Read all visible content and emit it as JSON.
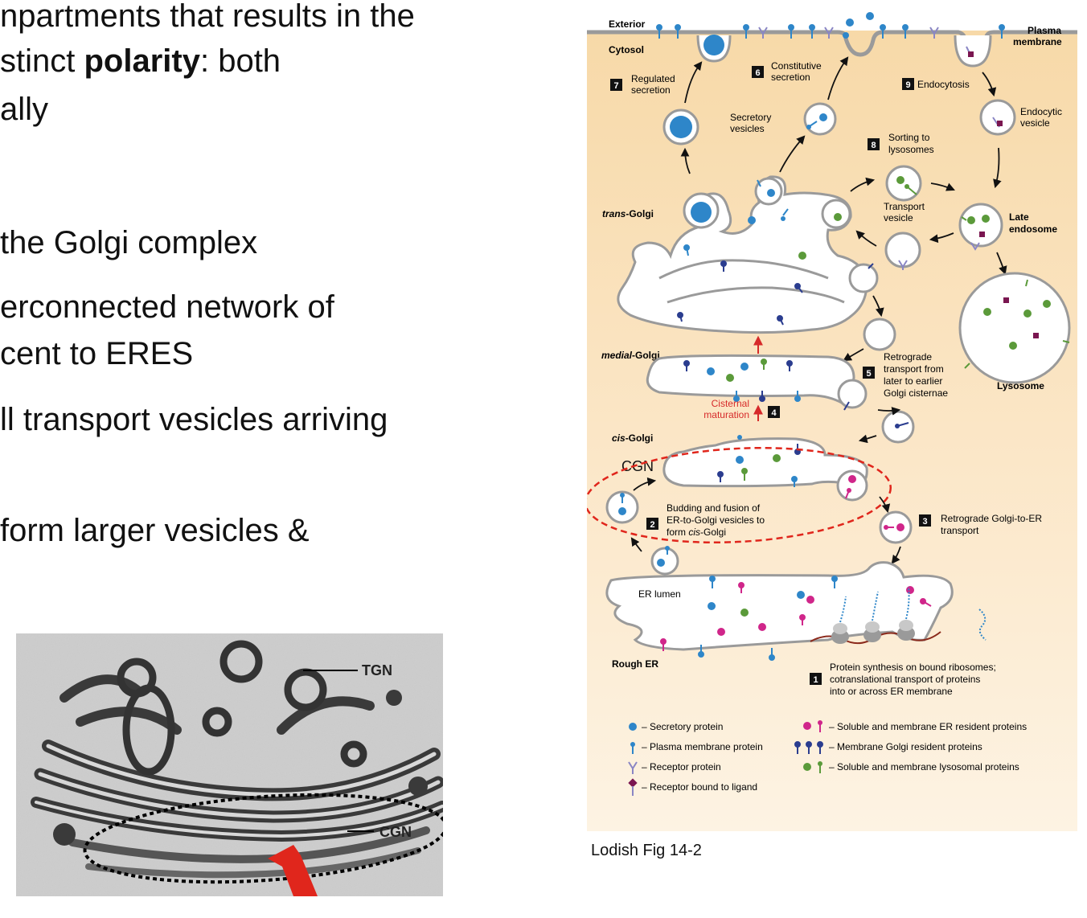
{
  "slide_text": {
    "line1": "npartments that results in the",
    "line2_pre": "stinct ",
    "line2_bold": "polarity",
    "line2_post": ": both",
    "line3": "ally",
    "line4": "the Golgi complex",
    "line5": "erconnected network of",
    "line6": "cent to ERES",
    "line7": "ll transport vesicles arriving",
    "line8": "form larger vesicles &"
  },
  "micrograph": {
    "label_tgn": "TGN",
    "label_cgn": "CGN"
  },
  "figure": {
    "region_exterior": "Exterior",
    "region_cytosol": "Cytosol",
    "plasma_membrane_1": "Plasma",
    "plasma_membrane_2": "membrane",
    "trans_golgi_1": "trans",
    "trans_golgi_2": "-Golgi",
    "medial_golgi_1": "medial",
    "medial_golgi_2": "-Golgi",
    "cis_golgi_1": "cis",
    "cis_golgi_2": "-Golgi",
    "cgn": "CGN",
    "er_lumen": "ER lumen",
    "rough_er": "Rough ER",
    "late_endosome_1": "Late",
    "late_endosome_2": "endosome",
    "lysosome": "Lysosome",
    "endocytic_vesicle_1": "Endocytic",
    "endocytic_vesicle_2": "vesicle",
    "secretory_vesicles_1": "Secretory",
    "secretory_vesicles_2": "vesicles",
    "transport_vesicle_1": "Transport",
    "transport_vesicle_2": "vesicle",
    "cisternal_maturation_1": "Cisternal",
    "cisternal_maturation_2": "maturation",
    "steps": [
      {
        "num": "1",
        "lines": [
          "Protein synthesis on bound ribosomes;",
          "cotranslational transport of proteins",
          "into or across ER membrane"
        ]
      },
      {
        "num": "2",
        "lines": [
          "Budding and fusion of",
          "ER-to-Golgi vesicles to",
          "form "
        ],
        "italic_tail": "cis",
        "tail_rest": "-Golgi"
      },
      {
        "num": "3",
        "lines": [
          "Retrograde Golgi-to-ER",
          "transport"
        ]
      },
      {
        "num": "4",
        "lines": []
      },
      {
        "num": "5",
        "lines": [
          "Retrograde",
          "transport from",
          "later to earlier",
          "Golgi cisternae"
        ]
      },
      {
        "num": "6",
        "lines": [
          "Constitutive",
          "secretion"
        ]
      },
      {
        "num": "7",
        "lines": [
          "Regulated",
          "secretion"
        ]
      },
      {
        "num": "8",
        "lines": [
          "Sorting to",
          "lysosomes"
        ]
      },
      {
        "num": "9",
        "lines": [
          "Endocytosis"
        ]
      }
    ],
    "legend": [
      "– Secretory protein",
      "– Plasma membrane protein",
      "– Receptor protein",
      "– Receptor bound to ligand",
      "– Soluble and membrane ER resident proteins",
      "– Membrane Golgi resident proteins",
      "– Soluble and membrane lysosomal proteins"
    ],
    "colors": {
      "background": "#fbe6c6",
      "secretory": "#2e86c9",
      "er_resident": "#d0268a",
      "golgi_resident": "#2b3d8f",
      "lysosomal": "#5b9a3a",
      "receptor": "#8a86c4",
      "ligand": "#7a1650",
      "highlight": "#e0261c"
    }
  },
  "caption": "Lodish Fig 14-2"
}
